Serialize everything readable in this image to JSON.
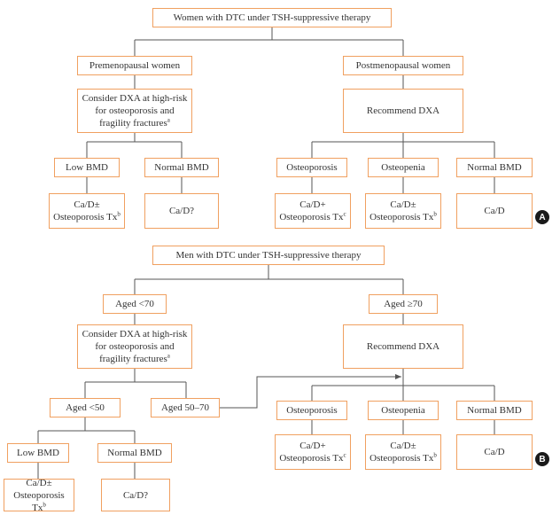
{
  "panel_a": {
    "root": "Women with DTC under TSH-suppressive therapy",
    "pre": "Premenopausal women",
    "post": "Postmenopausal women",
    "consider": "Consider DXA at high-risk for osteoporosis and fragility fractures",
    "consider_sup": "a",
    "recommend": "Recommend DXA",
    "low_bmd": "Low BMD",
    "normal_bmd_pre": "Normal BMD",
    "osteoporosis": "Osteoporosis",
    "osteopenia": "Osteopenia",
    "normal_bmd_post": "Normal BMD",
    "low_tx_l1": "Ca/D±",
    "low_tx_l2": "Osteoporosis Tx",
    "low_tx_sup": "b",
    "normal_pre_tx": "Ca/D?",
    "osteoporosis_tx_l1": "Ca/D+",
    "osteoporosis_tx_l2": "Osteoporosis Tx",
    "osteoporosis_tx_sup": "c",
    "osteopenia_tx_l1": "Ca/D±",
    "osteopenia_tx_l2": "Osteoporosis Tx",
    "osteopenia_tx_sup": "b",
    "normal_post_tx": "Ca/D",
    "label": "A"
  },
  "panel_b": {
    "root": "Men with DTC under TSH-suppressive therapy",
    "young": "Aged <70",
    "old": "Aged ≥70",
    "consider": "Consider DXA at high-risk for osteoporosis and fragility fractures",
    "consider_sup": "a",
    "recommend": "Recommend DXA",
    "under50": "Aged <50",
    "age50_70": "Aged 50–70",
    "low_bmd": "Low BMD",
    "normal_bmd_young": "Normal BMD",
    "osteoporosis": "Osteoporosis",
    "osteopenia": "Osteopenia",
    "normal_bmd_old": "Normal BMD",
    "low_tx_l1": "Ca/D±",
    "low_tx_l2": "Osteoporosis Tx",
    "low_tx_sup": "b",
    "normal_young_tx": "Ca/D?",
    "osteoporosis_tx_l1": "Ca/D+",
    "osteoporosis_tx_l2": "Osteoporosis Tx",
    "osteoporosis_tx_sup": "c",
    "osteopenia_tx_l1": "Ca/D±",
    "osteopenia_tx_l2": "Osteoporosis Tx",
    "osteopenia_tx_sup": "b",
    "normal_old_tx": "Ca/D",
    "label": "B"
  },
  "colors": {
    "box_border": "#f0a060",
    "connector": "#555555",
    "badge": "#1a1a1a"
  }
}
